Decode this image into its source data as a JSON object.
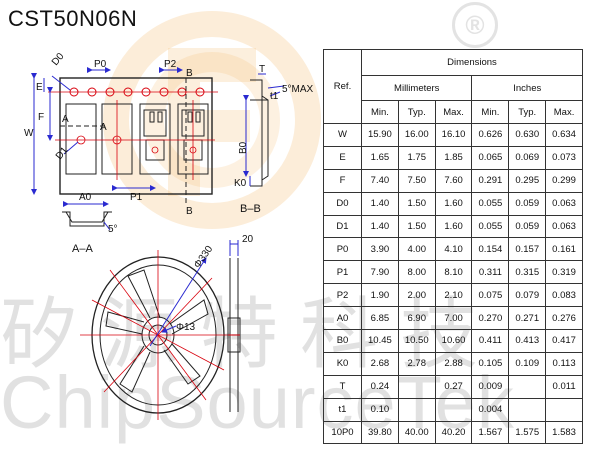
{
  "title": "CST50N06N",
  "watermark": {
    "cn": "矽源特科技",
    "en": "ChipSourceTek",
    "reg": "®"
  },
  "drawing": {
    "labels": {
      "D0": "D0",
      "P0": "P0",
      "P2": "P2",
      "E": "E",
      "W": "W",
      "F": "F",
      "D1": "D1",
      "P1": "P1",
      "A": "A",
      "B": "B",
      "T": "T",
      "max": "5°MAX",
      "t1": "t1",
      "B0": "B0",
      "K0": "K0",
      "A0": "A0",
      "deg5": "5°",
      "section_aa": "A–A",
      "section_bb": "B–B",
      "reel_dia": "Φ330",
      "hub_dia": "Φ13",
      "width20": "20"
    },
    "accent_color": "#d8000c",
    "line_color": "#2a2ad0"
  },
  "table": {
    "dimensions": "Dimensions",
    "ref": "Ref.",
    "millimeters": "Millimeters",
    "inches": "Inches",
    "sub": [
      "Min.",
      "Typ.",
      "Max.",
      "Min.",
      "Typ.",
      "Max."
    ],
    "rows": [
      {
        "ref": "W",
        "v": [
          "15.90",
          "16.00",
          "16.10",
          "0.626",
          "0.630",
          "0.634"
        ]
      },
      {
        "ref": "E",
        "v": [
          "1.65",
          "1.75",
          "1.85",
          "0.065",
          "0.069",
          "0.073"
        ]
      },
      {
        "ref": "F",
        "v": [
          "7.40",
          "7.50",
          "7.60",
          "0.291",
          "0.295",
          "0.299"
        ]
      },
      {
        "ref": "D0",
        "v": [
          "1.40",
          "1.50",
          "1.60",
          "0.055",
          "0.059",
          "0.063"
        ]
      },
      {
        "ref": "D1",
        "v": [
          "1.40",
          "1.50",
          "1.60",
          "0.055",
          "0.059",
          "0.063"
        ]
      },
      {
        "ref": "P0",
        "v": [
          "3.90",
          "4.00",
          "4.10",
          "0.154",
          "0.157",
          "0.161"
        ]
      },
      {
        "ref": "P1",
        "v": [
          "7.90",
          "8.00",
          "8.10",
          "0.311",
          "0.315",
          "0.319"
        ]
      },
      {
        "ref": "P2",
        "v": [
          "1.90",
          "2.00",
          "2.10",
          "0.075",
          "0.079",
          "0.083"
        ]
      },
      {
        "ref": "A0",
        "v": [
          "6.85",
          "6.90",
          "7.00",
          "0.270",
          "0.271",
          "0.276"
        ]
      },
      {
        "ref": "B0",
        "v": [
          "10.45",
          "10.50",
          "10.60",
          "0.411",
          "0.413",
          "0.417"
        ]
      },
      {
        "ref": "K0",
        "v": [
          "2.68",
          "2.78",
          "2.88",
          "0.105",
          "0.109",
          "0.113"
        ]
      },
      {
        "ref": "T",
        "v": [
          "0.24",
          "",
          "0.27",
          "0.009",
          "",
          "0.011"
        ]
      },
      {
        "ref": "t1",
        "v": [
          "0.10",
          "",
          "",
          "0.004",
          "",
          ""
        ]
      },
      {
        "ref": "10P0",
        "v": [
          "39.80",
          "40.00",
          "40.20",
          "1.567",
          "1.575",
          "1.583"
        ]
      }
    ]
  }
}
